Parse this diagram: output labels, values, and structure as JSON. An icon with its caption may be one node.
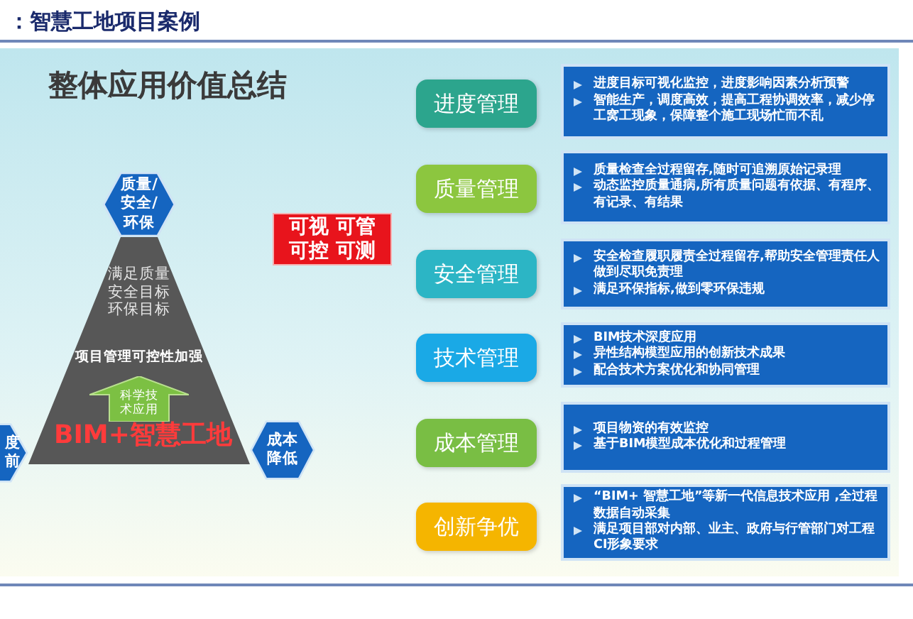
{
  "diagram": {
    "title": "：智慧工地项目案例",
    "nodes": [
      {
        "text": [
          "满足质量安全目标环保目标",
          "项目管理可控性加强",
          "BIM+智慧工地"
        ]
      },
      {
        "text": [
          "质量/安全/环保"
        ]
      },
      {
        "text": [
          "度前"
        ]
      },
      {
        "text": [
          "成本降低"
        ]
      },
      {
        "text": [
          "科学技术应用"
        ],
        "in": 0
      },
      {
        "text": [
          "可视 可管",
          "可控 可测"
        ]
      },
      {
        "text": [
          "进度管理"
        ]
      },
      {
        "text": [
          "进度目标可视化监控，进度影响因素分析预警",
          "智能生产，调度高效，提高工程协调效率，减少停工窝工现象，保障整个施工现场忙而不乱"
        ]
      },
      {
        "text": [
          "质量管理"
        ]
      },
      {
        "text": [
          "质量检查全过程留存,随时可追溯原始记录理",
          "动态监控质量通病,所有质量问题有依据、有程序、有记录、有结果"
        ]
      },
      {
        "text": [
          "安全管理"
        ]
      },
      {
        "text": [
          "安全检查履职履责全过程留存,帮助安全管理责任人做到尽职免责理",
          "满足环保指标,做到零环保违规"
        ]
      },
      {
        "text": [
          "技术管理"
        ]
      },
      {
        "text": [
          "BIM技术深度应用",
          "异性结构模型应用的创新技术成果",
          "配合技术方案优化和协同管理"
        ]
      },
      {
        "text": [
          "成本管理"
        ]
      },
      {
        "text": [
          "项目物资的有效监控",
          "基于BIM模型成本优化和过程管理"
        ]
      },
      {
        "text": [
          "创新争优"
        ]
      },
      {
        "text": [
          "“BIM+ 智慧工地”等新一代信息技术应用 ,全过程数据自动采集",
          "满足项目部对内部、业主、政府与行管部门对工程CI形象要求"
        ]
      }
    ],
    "labels": [
      "整体应用价值总结"
    ]
  }
}
